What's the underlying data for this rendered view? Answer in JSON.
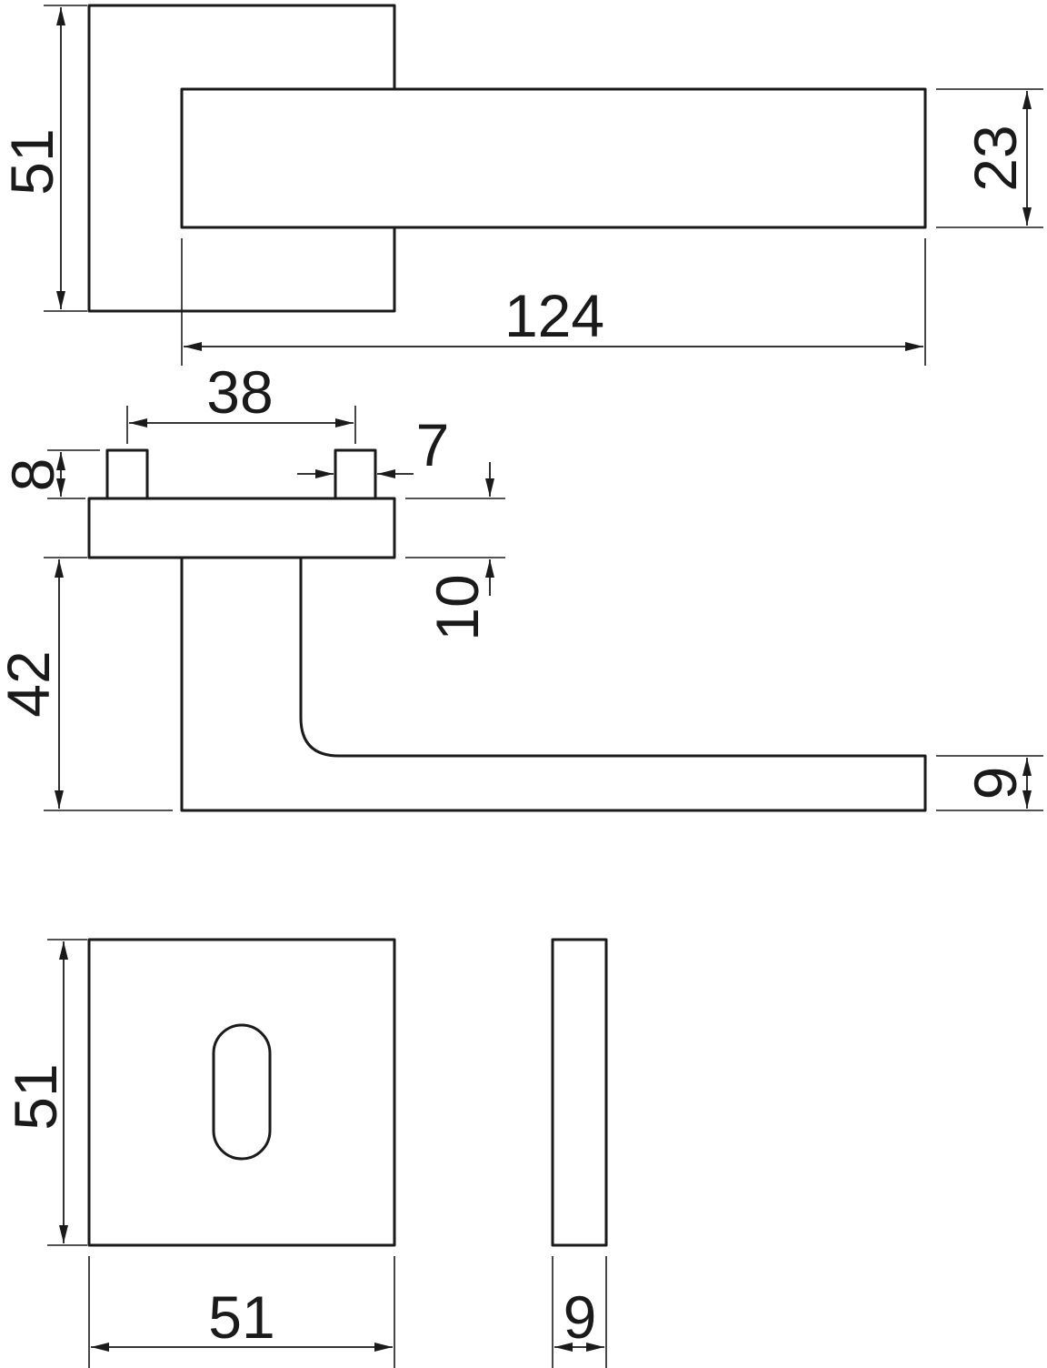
{
  "dimensions": {
    "top_rose_height": "51",
    "lever_height": "23",
    "lever_length": "124",
    "spindle_spacing": "38",
    "pin_height": "8",
    "pin_width": "7",
    "rose_thickness": "10",
    "lever_offset": "42",
    "lever_thickness": "9",
    "escutcheon_height": "51",
    "escutcheon_width": "51",
    "escutcheon_thickness": "9"
  }
}
